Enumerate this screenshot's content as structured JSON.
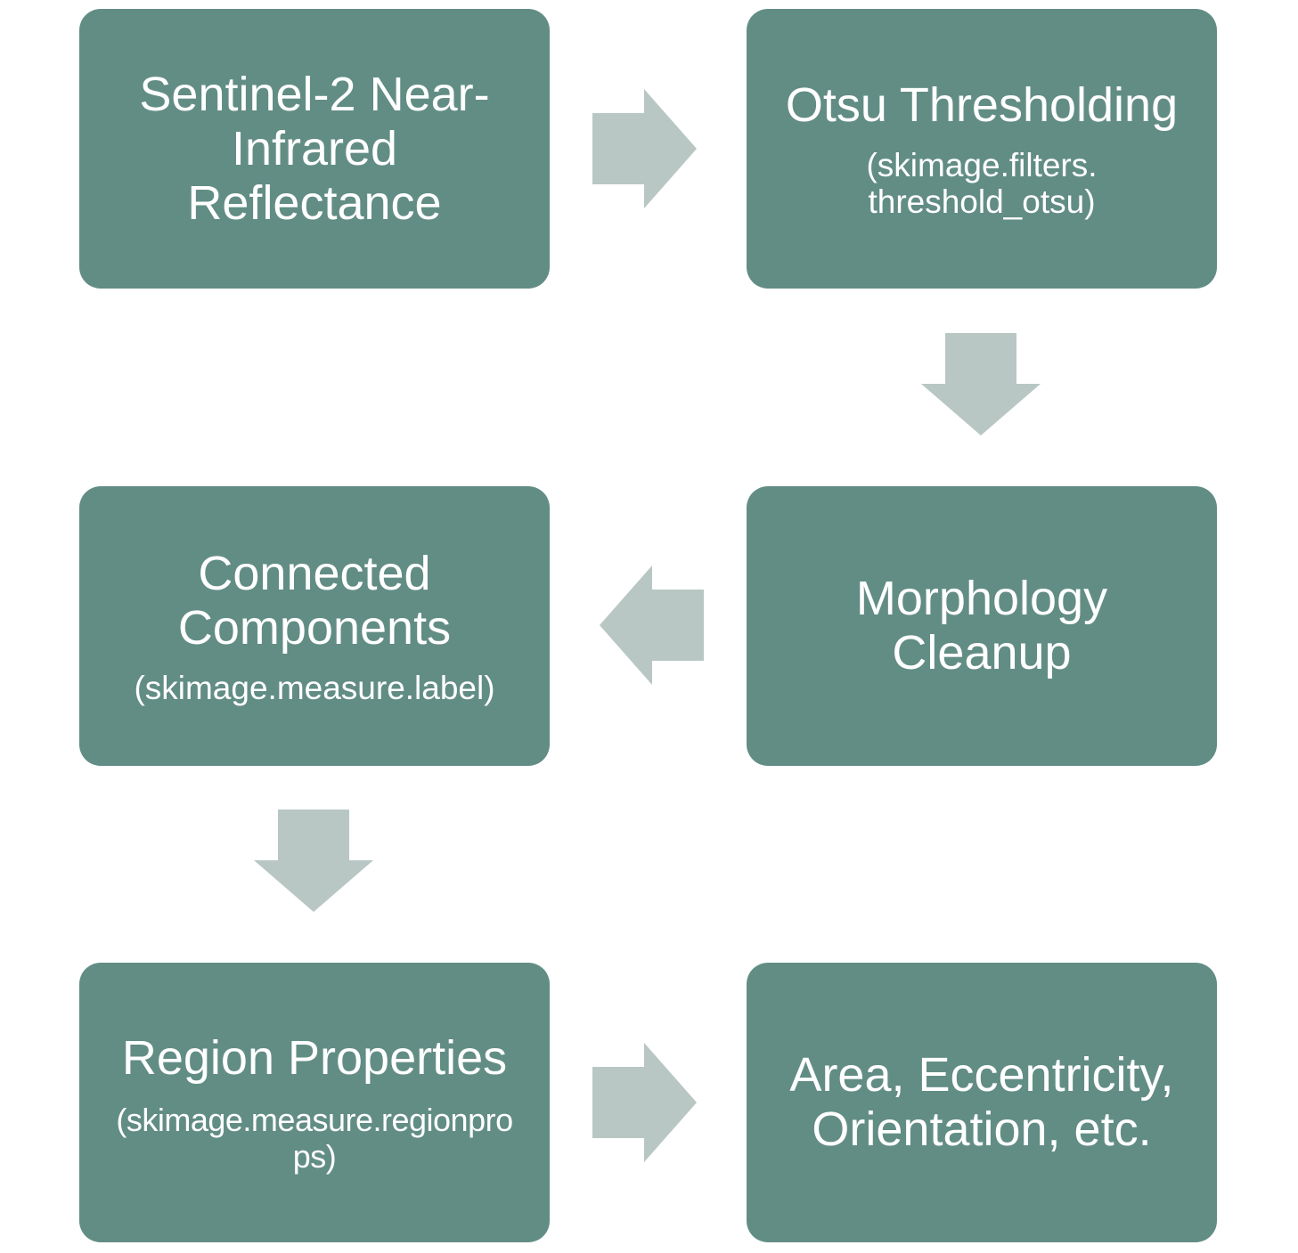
{
  "colors": {
    "box_fill": "#628d85",
    "box_text": "#ffffff",
    "arrow_fill": "#b8c7c3",
    "background": "#ffffff"
  },
  "steps": [
    {
      "title": "Sentinel-2 Near-\nInfrared\nReflectance",
      "subtitle": ""
    },
    {
      "title": "Otsu Thresholding",
      "subtitle": "(skimage.filters.\nthreshold_otsu)"
    },
    {
      "title": "Morphology\nCleanup",
      "subtitle": ""
    },
    {
      "title": "Connected\nComponents",
      "subtitle": "(skimage.measure.label)"
    },
    {
      "title": "Region Properties",
      "subtitle": "(skimage.measure.regionpro\nps)"
    },
    {
      "title": "Area, Eccentricity,\nOrientation, etc.",
      "subtitle": ""
    }
  ],
  "arrows": [
    {
      "from": "step-1",
      "to": "step-2",
      "direction": "right"
    },
    {
      "from": "step-2",
      "to": "step-3",
      "direction": "down"
    },
    {
      "from": "step-3",
      "to": "step-4",
      "direction": "left"
    },
    {
      "from": "step-4",
      "to": "step-5",
      "direction": "down"
    },
    {
      "from": "step-5",
      "to": "step-6",
      "direction": "right"
    }
  ]
}
